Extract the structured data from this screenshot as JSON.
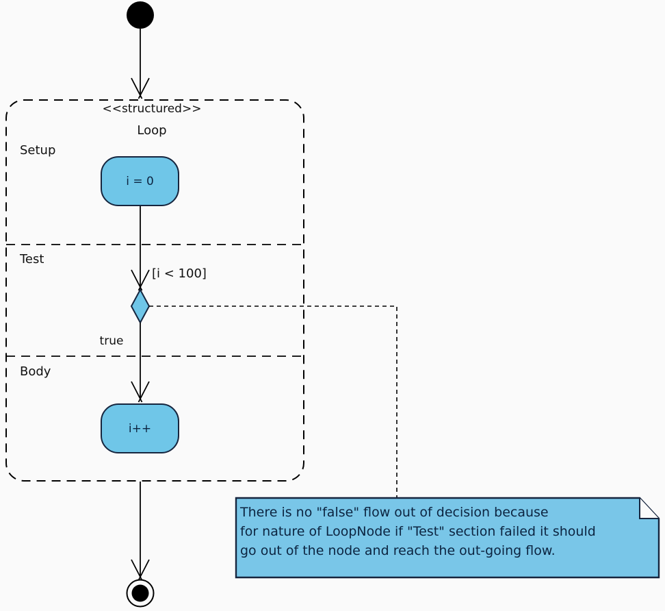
{
  "diagram": {
    "stereotype": "<<structured>>",
    "title": "Loop",
    "sections": {
      "setup": {
        "label": "Setup",
        "action": "i = 0"
      },
      "test": {
        "label": "Test",
        "guard": "[i < 100]",
        "true_branch": "true"
      },
      "body": {
        "label": "Body",
        "action": "i++"
      }
    },
    "note": {
      "line1": "There is no \"false\" flow out of decision because",
      "line2": "for nature of LoopNode if \"Test\" section failed it should",
      "line3": "go out of the node and reach the out-going flow."
    },
    "colors": {
      "node_fill": "#6fc6e8",
      "note_fill": "#79c6e8",
      "node_border": "#16253e",
      "node_text": "#0d2440",
      "line": "#000000",
      "background": "#fafafa"
    }
  }
}
